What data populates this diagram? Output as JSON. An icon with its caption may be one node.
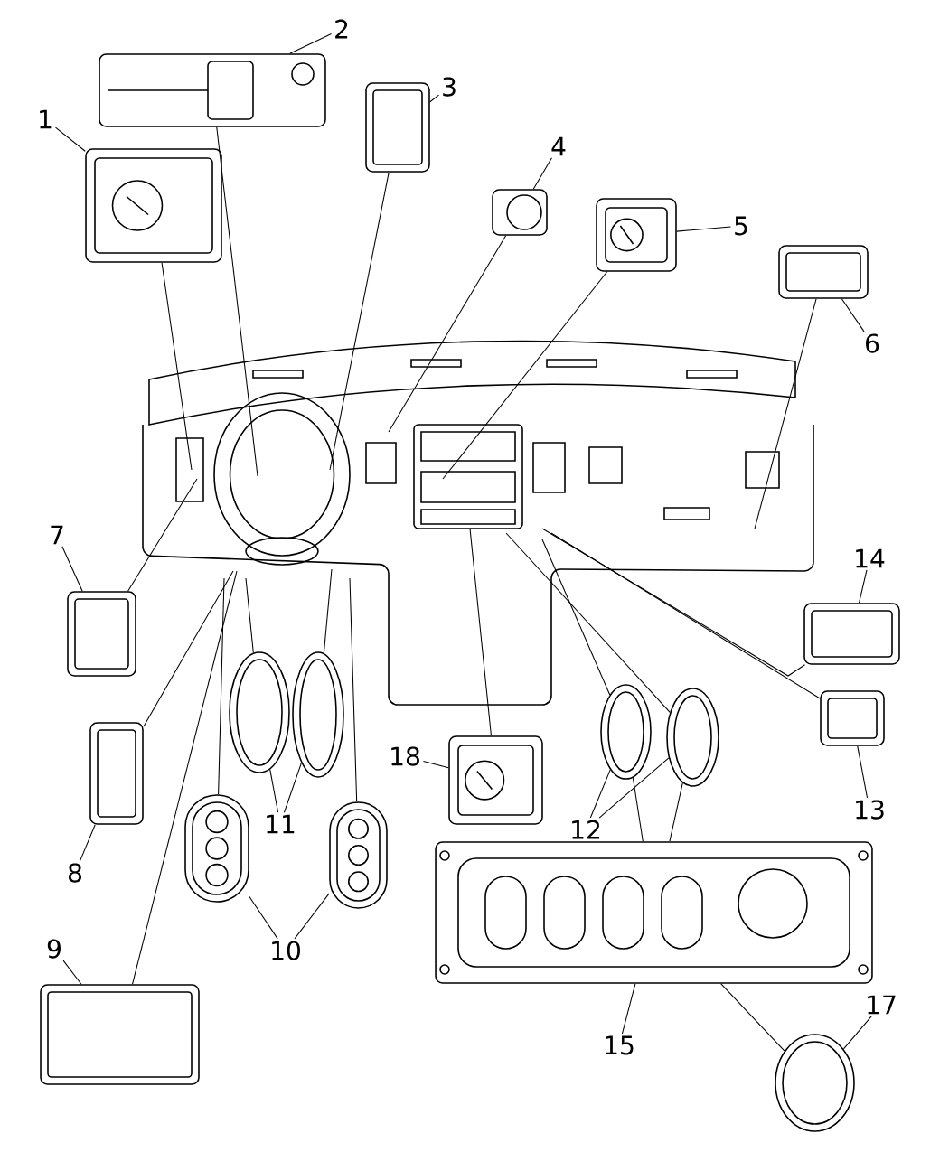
{
  "diagram": {
    "nodes": [
      {
        "text": [
          "1"
        ]
      },
      {
        "text": [],
        "shape": "picture"
      },
      {
        "text": [
          "2"
        ]
      },
      {
        "text": [],
        "shape": "picture"
      },
      {
        "text": [
          "3"
        ]
      },
      {
        "text": [],
        "shape": "picture"
      },
      {
        "text": [
          "4"
        ]
      },
      {
        "text": [],
        "shape": "picture"
      },
      {
        "text": [
          "5"
        ]
      },
      {
        "text": [],
        "shape": "picture"
      },
      {
        "text": [
          "6"
        ]
      },
      {
        "text": [],
        "shape": "picture"
      },
      {
        "text": [],
        "shape": "picture"
      },
      {
        "text": [
          "7"
        ]
      },
      {
        "text": [],
        "shape": "picture"
      },
      {
        "text": [
          "14"
        ]
      },
      {
        "text": [],
        "shape": "picture"
      },
      {
        "text": [],
        "shape": "picture"
      },
      {
        "text": [],
        "shape": "picture"
      },
      {
        "text": [],
        "shape": "picture"
      },
      {
        "text": [],
        "shape": "picture"
      },
      {
        "text": [],
        "shape": "picture"
      },
      {
        "text": [
          "18"
        ]
      },
      {
        "text": [],
        "shape": "picture"
      },
      {
        "text": [],
        "shape": "picture"
      },
      {
        "text": [
          "11"
        ]
      },
      {
        "text": [
          "12"
        ]
      },
      {
        "text": [
          "13"
        ]
      },
      {
        "text": [
          "8"
        ]
      },
      {
        "text": [],
        "shape": "picture"
      },
      {
        "text": [],
        "shape": "picture"
      },
      {
        "text": [],
        "shape": "picture"
      },
      {
        "text": [
          "9"
        ]
      },
      {
        "text": [
          "10"
        ]
      },
      {
        "text": [
          "15"
        ]
      },
      {
        "text": [
          "17"
        ]
      },
      {
        "text": [],
        "shape": "picture"
      },
      {
        "text": [],
        "shape": "picture"
      }
    ],
    "edges": [
      {
        "from": 0,
        "to": 1,
        "arrow": "none"
      },
      {
        "from": 2,
        "to": 3,
        "arrow": "none"
      },
      {
        "from": 4,
        "to": 5,
        "arrow": "none"
      },
      {
        "from": 6,
        "to": 7,
        "arrow": "none"
      },
      {
        "from": 8,
        "to": 9,
        "arrow": "none"
      },
      {
        "from": 10,
        "to": 11,
        "arrow": "none"
      },
      {
        "from": 13,
        "to": 14,
        "arrow": "none"
      },
      {
        "from": 15,
        "to": 16,
        "arrow": "none"
      },
      {
        "from": 25,
        "to": 17,
        "arrow": "none"
      },
      {
        "from": 25,
        "to": 18,
        "arrow": "none"
      },
      {
        "from": 26,
        "to": 19,
        "arrow": "none"
      },
      {
        "from": 26,
        "to": 20,
        "arrow": "none"
      },
      {
        "from": 27,
        "to": 21,
        "arrow": "none"
      },
      {
        "from": 22,
        "to": 23,
        "arrow": "none"
      },
      {
        "from": 28,
        "to": 24,
        "arrow": "none"
      },
      {
        "from": 32,
        "to": 36,
        "arrow": "none"
      },
      {
        "from": 33,
        "to": 29,
        "arrow": "none"
      },
      {
        "from": 33,
        "to": 30,
        "arrow": "none"
      },
      {
        "from": 34,
        "to": 31,
        "arrow": "none"
      },
      {
        "from": 35,
        "to": 37,
        "arrow": "none"
      },
      {
        "from": 1,
        "to": 12,
        "arrow": "none"
      },
      {
        "from": 3,
        "to": 12,
        "arrow": "none"
      },
      {
        "from": 5,
        "to": 12,
        "arrow": "none"
      },
      {
        "from": 7,
        "to": 12,
        "arrow": "none"
      },
      {
        "from": 9,
        "to": 12,
        "arrow": "none"
      },
      {
        "from": 11,
        "to": 12,
        "arrow": "none"
      },
      {
        "from": 14,
        "to": 12,
        "arrow": "none"
      },
      {
        "from": 24,
        "to": 12,
        "arrow": "none"
      },
      {
        "from": 36,
        "to": 12,
        "arrow": "none"
      },
      {
        "from": 29,
        "to": 12,
        "arrow": "none"
      },
      {
        "from": 30,
        "to": 12,
        "arrow": "none"
      },
      {
        "from": 17,
        "to": 12,
        "arrow": "none"
      },
      {
        "from": 18,
        "to": 12,
        "arrow": "none"
      },
      {
        "from": 19,
        "to": 12,
        "arrow": "none"
      },
      {
        "from": 20,
        "to": 12,
        "arrow": "none"
      },
      {
        "from": 21,
        "to": 12,
        "arrow": "none"
      },
      {
        "from": 16,
        "to": 12,
        "arrow": "none"
      },
      {
        "from": 23,
        "to": 12,
        "arrow": "none"
      },
      {
        "from": 19,
        "to": 31,
        "arrow": "none"
      },
      {
        "from": 20,
        "to": 31,
        "arrow": "none"
      },
      {
        "from": 37,
        "to": 31,
        "arrow": "none"
      }
    ]
  }
}
